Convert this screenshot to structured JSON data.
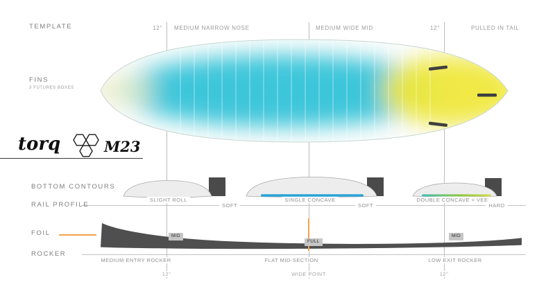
{
  "title": "torq M23 surfboard specification diagram",
  "sections": {
    "template": "TEMPLATE",
    "fins": "FINS",
    "fins_sub": "3 FUTURES BOXES",
    "bottom_contours": "BOTTOM CONTOURS",
    "rail_profile": "RAIL PROFILE",
    "foil": "FOIL",
    "rocker": "ROCKER"
  },
  "template_row": {
    "nose_measure": "12\"",
    "nose_label": "MEDIUM NARROW NOSE",
    "mid_label": "MEDIUM WIDE MID",
    "tail_measure": "12\"",
    "tail_label": "PULLED IN TAIL"
  },
  "brand": {
    "name": "torq",
    "model": "M23"
  },
  "contours": [
    {
      "name": "SLIGHT ROLL",
      "rail": "SOFT"
    },
    {
      "name": "SINGLE CONCAVE",
      "rail": "SOFT"
    },
    {
      "name": "DOUBLE CONCAVE > VEE",
      "rail": "HARD"
    }
  ],
  "foil_markers": {
    "nose": "MID",
    "center": "FULL",
    "tail": "MID"
  },
  "rocker_labels": {
    "entry": "MEDIUM ENTRY ROCKER",
    "mid": "FLAT MID-SECTION",
    "exit": "LOW EXIT ROCKER"
  },
  "bottom_row": {
    "nose_measure": "12\"",
    "center_label": "WIDE POINT",
    "tail_measure": "12\""
  },
  "colors": {
    "accent_orange": "#f5a14b",
    "concave_blue": "#2aa3d8",
    "vee_green": "#8cc73f",
    "board_teal": "#3cc6da",
    "board_yellow": "#f0e83c",
    "block_gray": "#4a4a4a",
    "line_gray": "#bcbcbc"
  }
}
